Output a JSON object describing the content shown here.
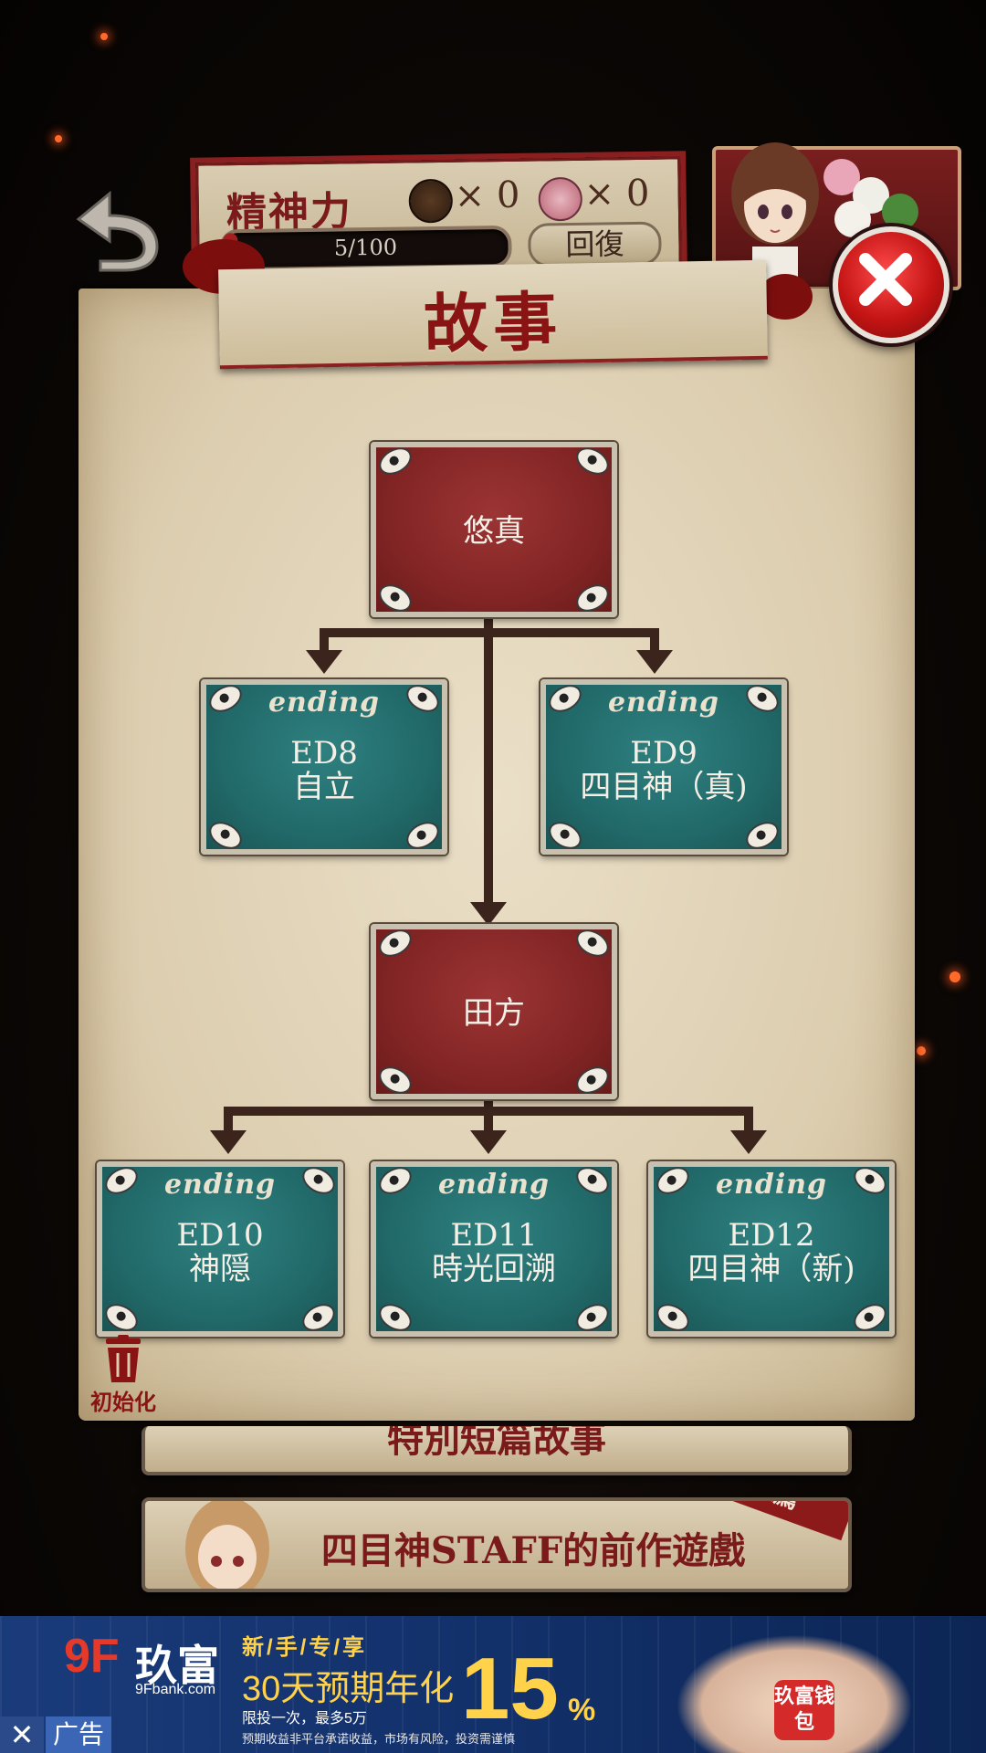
{
  "header": {
    "stamina_label": "精神力",
    "item1_count": "× 0",
    "item2_count": "× 0",
    "stamina_value": "5/100",
    "stamina_fraction": 0.05,
    "recover_label": "回復"
  },
  "title": "故事",
  "flow": {
    "route1": "悠真",
    "route2": "田方",
    "ending_tag": "ending",
    "endings": [
      {
        "code": "ED8",
        "name": "自立"
      },
      {
        "code": "ED9",
        "name": "四目神（真)"
      },
      {
        "code": "ED10",
        "name": "神隠"
      },
      {
        "code": "ED11",
        "name": "時光回溯"
      },
      {
        "code": "ED12",
        "name": "四目神（新)"
      }
    ]
  },
  "reset_label": "初始化",
  "menu": {
    "special_label": "特別短篇故事",
    "recommend_label": "四目神STAFF的前作遊戲",
    "recommend_badge": "推薦"
  },
  "ad": {
    "logo": "9F",
    "brand": "玖富",
    "domain": "9Fbank.com",
    "tagline": "新/手/专/享",
    "headline": "30天预期年化",
    "big_number": "15",
    "percent": "%",
    "sub": "限投一次，最多5万",
    "disclaimer": "预期收益非平台承诺收益，市场有风险，投资需谨慎",
    "badge": "玖富钱包",
    "close": "✕",
    "label": "广告"
  },
  "colors": {
    "accent_red": "#8a1414",
    "node_red": "#832525",
    "node_green": "#226a6a",
    "paper": "#dccdaf"
  },
  "icons": {
    "back": "back-arrow-icon",
    "close": "close-icon",
    "reset": "trash-icon",
    "item1": "coffee-cup-icon",
    "item2": "dango-skewer-icon"
  }
}
